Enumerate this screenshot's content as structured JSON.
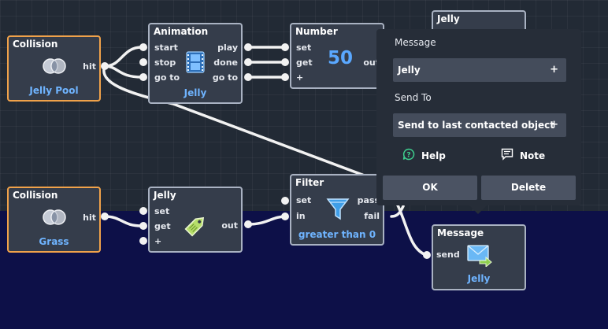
{
  "nodes": {
    "collision1": {
      "title": "Collision",
      "port_hit": "hit",
      "subtitle": "Jelly Pool",
      "icon": "collision-icon"
    },
    "collision2": {
      "title": "Collision",
      "port_hit": "hit",
      "subtitle": "Grass",
      "icon": "collision-icon"
    },
    "animation": {
      "title": "Animation",
      "inputs": [
        "start",
        "stop",
        "go to"
      ],
      "outputs": [
        "play",
        "done",
        "go to"
      ],
      "subtitle": "Jelly",
      "icon": "film-icon"
    },
    "number": {
      "title": "Number",
      "inputs": [
        "set",
        "get",
        "+"
      ],
      "output": "out",
      "value": "50"
    },
    "jelly_top": {
      "title": "Jelly"
    },
    "jelly_var": {
      "title": "Jelly",
      "inputs": [
        "set",
        "get",
        "+"
      ],
      "output": "out",
      "icon": "tag-icon"
    },
    "filter": {
      "title": "Filter",
      "inputs": [
        "set",
        "in"
      ],
      "outputs": [
        "pass",
        "fail"
      ],
      "subtitle": "greater than 0",
      "icon": "funnel-icon"
    },
    "message": {
      "title": "Message",
      "input": "send",
      "subtitle": "Jelly",
      "icon": "envelope-icon"
    }
  },
  "popup": {
    "message_label": "Message",
    "message_value": "Jelly",
    "sendto_label": "Send To",
    "sendto_value": "Send to last contacted object",
    "plus": "+",
    "help": "Help",
    "note": "Note",
    "ok": "OK",
    "delete": "Delete"
  },
  "colors": {
    "canvas_top": "#222a35",
    "canvas_bottom": "#0d1048",
    "node_bg": "#353d4b",
    "node_border": "#a9b2c2",
    "event_border": "#f0a24a",
    "accent_text": "#6fb4ff",
    "help_green": "#3ecf8e"
  }
}
